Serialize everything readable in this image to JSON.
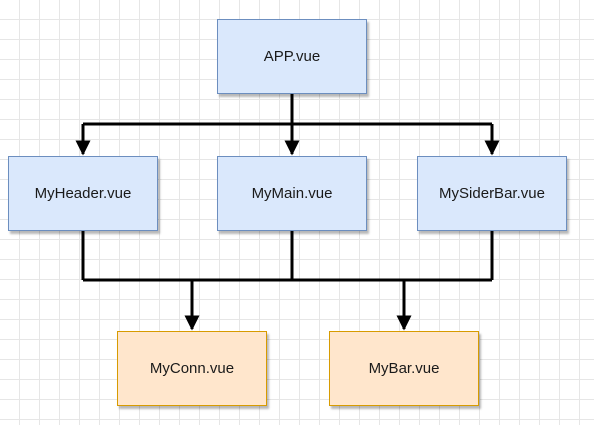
{
  "diagram": {
    "nodes": {
      "app": "APP.vue",
      "header": "MyHeader.vue",
      "main": "MyMain.vue",
      "sider": "MySiderBar.vue",
      "conn": "MyConn.vue",
      "bar": "MyBar.vue"
    },
    "colors": {
      "primary_fill": "#dae8fc",
      "primary_stroke": "#6c8ebf",
      "secondary_fill": "#ffe6cc",
      "secondary_stroke": "#d79b00",
      "connector": "#000000",
      "grid": "#e6e6e6"
    },
    "edges": [
      {
        "from": "APP.vue",
        "to": "MyHeader.vue"
      },
      {
        "from": "APP.vue",
        "to": "MyMain.vue"
      },
      {
        "from": "APP.vue",
        "to": "MySiderBar.vue"
      },
      {
        "from": "MyHeader.vue",
        "to": "MyConn.vue"
      },
      {
        "from": "MyMain.vue",
        "to": "MyConn.vue"
      },
      {
        "from": "MySiderBar.vue",
        "to": "MyConn.vue"
      },
      {
        "from": "MyHeader.vue",
        "to": "MyBar.vue"
      },
      {
        "from": "MyMain.vue",
        "to": "MyBar.vue"
      },
      {
        "from": "MySiderBar.vue",
        "to": "MyBar.vue"
      }
    ]
  }
}
